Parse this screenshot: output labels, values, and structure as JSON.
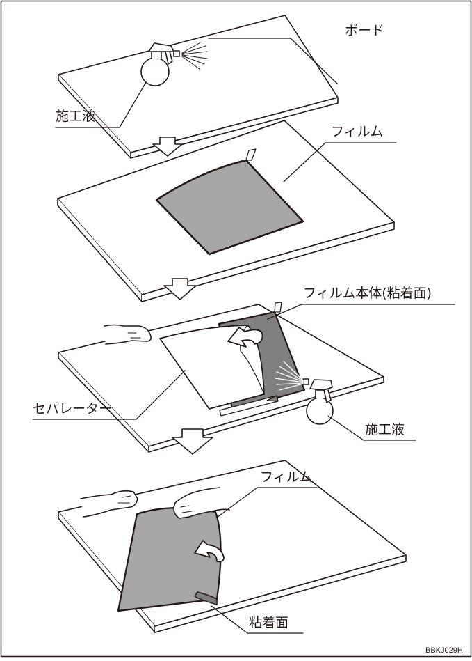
{
  "labels": {
    "board": "ボード",
    "solution_top": "施工液",
    "film_top": "フィルム",
    "film_body": "フィルム本体(粘着面)",
    "separator": "セパレーター",
    "solution_mid": "施工液",
    "film_bottom": "フィルム",
    "adhesive_side": "粘着面"
  },
  "figure_code": "BBKJ029H",
  "colors": {
    "ink": "#231815",
    "film_gray": "#a7a7a7",
    "film_dark": "#808080",
    "paper": "#ffffff"
  }
}
